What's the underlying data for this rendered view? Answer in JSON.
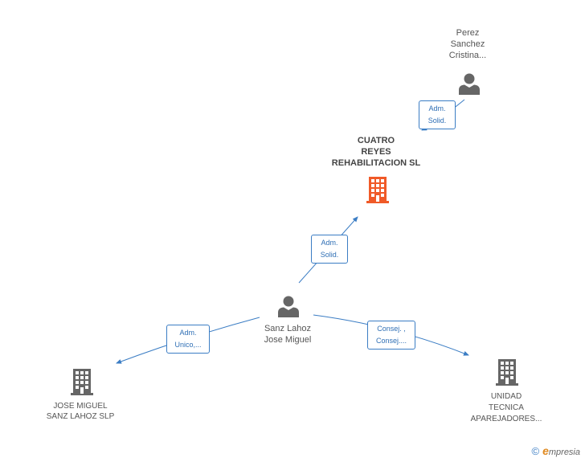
{
  "nodes": {
    "perez": {
      "lines": [
        "Perez",
        "Sanchez",
        "Cristina..."
      ],
      "icon": "person-icon"
    },
    "cuatro": {
      "lines": [
        "CUATRO",
        "REYES",
        "REHABILITACION SL"
      ],
      "icon": "building-icon"
    },
    "sanz": {
      "lines": [
        "Sanz Lahoz",
        "Jose Miguel"
      ],
      "icon": "person-icon"
    },
    "jose": {
      "lines": [
        "JOSE MIGUEL",
        "SANZ LAHOZ SLP"
      ],
      "icon": "building-icon"
    },
    "unidad": {
      "lines": [
        "UNIDAD",
        "TECNICA",
        "APAREJADORES..."
      ],
      "icon": "building-icon"
    }
  },
  "edges": {
    "perez_cuatro": {
      "lines": [
        "Adm.",
        "Solid."
      ]
    },
    "sanz_cuatro": {
      "lines": [
        "Adm.",
        "Solid."
      ]
    },
    "sanz_jose": {
      "lines": [
        "Adm.",
        "Unico,..."
      ]
    },
    "sanz_unidad": {
      "lines": [
        "Consej. ,",
        "Consej...."
      ]
    }
  },
  "colors": {
    "edge": "#3b7dc4",
    "highlight": "#f05a28",
    "node": "#666666"
  },
  "footer": {
    "copyright": "©",
    "brand_initial": "e",
    "brand_rest": "mpresia"
  }
}
